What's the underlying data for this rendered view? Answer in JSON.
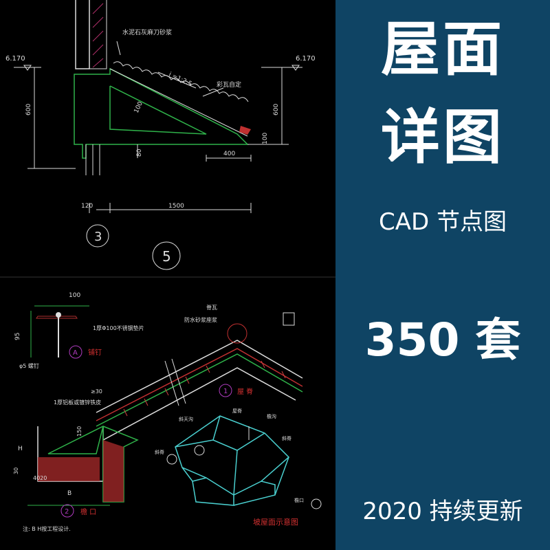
{
  "panel": {
    "title_line1": "屋面",
    "title_line2": "详图",
    "subtitle": "CAD 节点图",
    "count": "350 套",
    "footer": "2020 持续更新"
  },
  "drawing_top": {
    "elev_left": "6.170",
    "elev_right": "6.170",
    "dim_600_left": "600",
    "dim_600_right": "600",
    "note_mortar": "水泥石灰麻刀砂浆",
    "slope": "i =1:2.5",
    "note_tile": "彩瓦自定",
    "dim_100": "100",
    "dim_80": "80",
    "dim_400": "400",
    "dim_100b": "100",
    "dim_120": "120",
    "dim_1500": "1500",
    "circle_3": "3",
    "circle_5": "5"
  },
  "drawing_bottom": {
    "dim_100": "100",
    "dim_95": "95",
    "note_steel": "1厚Φ100不锈钢垫片",
    "note_nail": "φ5 螺钉",
    "label_a": "A",
    "label_a_text": "铺钉",
    "note_ridge_tile": "脊瓦",
    "note_mortar": "防水砂浆座浆",
    "ref_1": "1",
    "ref_1_text": "屋 脊",
    "note_gutter": "1厚铝板或镀锌铁皮",
    "dim_30": "≥30",
    "dim_150": "150",
    "dim_h": "H",
    "dim_30b": "30",
    "dim_4020": "4020",
    "dim_b": "B",
    "ref_2": "2",
    "ref_2_text": "檐 口",
    "note_bh": "注: B H按工程设计.",
    "iso_ridge": "屋脊",
    "iso_valley": "斜天沟",
    "iso_gutter": "檐沟",
    "iso_slope": "斜脊",
    "iso_hip": "斜脊",
    "iso_eave": "檐口",
    "iso_caption": "坡屋面示意图"
  }
}
